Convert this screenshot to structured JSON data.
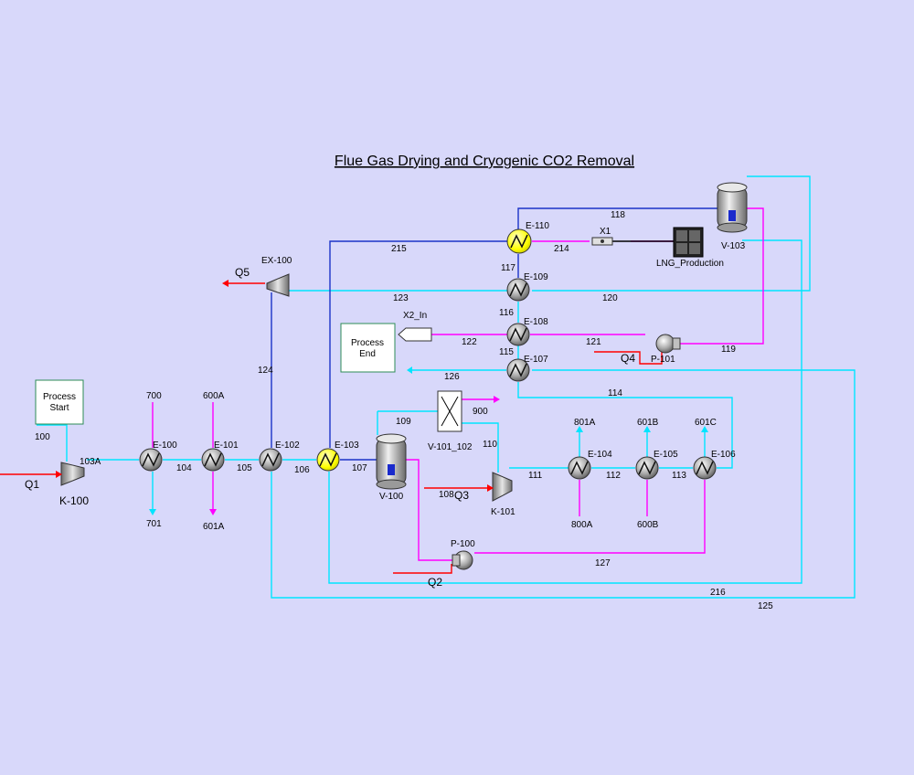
{
  "title": "Flue Gas Drying and Cryogenic CO2 Removal",
  "colors": {
    "background": "#d8d8fa",
    "material_stream": "#00e5ff",
    "material_stream_dark": "#1b33c8",
    "energy_stream": "#ff0000",
    "utility_stream": "#ff00ff",
    "hx_highlight": "#ffff00"
  },
  "boxes": {
    "process_start": "Process\nStart",
    "process_end": "Process\nEnd"
  },
  "equipment": {
    "K-100": "K-100",
    "E-100": "E-100",
    "E-101": "E-101",
    "E-102": "E-102",
    "E-103": "E-103",
    "V-100": "V-100",
    "V-101_102": "V-101_102",
    "K-101": "K-101",
    "E-104": "E-104",
    "E-105": "E-105",
    "E-106": "E-106",
    "P-100": "P-100",
    "P-101": "P-101",
    "E-107": "E-107",
    "E-108": "E-108",
    "E-109": "E-109",
    "E-110": "E-110",
    "EX-100": "EX-100",
    "V-103": "V-103",
    "X1": "X1",
    "LNG_Production": "LNG_Production",
    "X2_In": "X2_In"
  },
  "streams": {
    "s100": "100",
    "s103A": "103A",
    "s104": "104",
    "s105": "105",
    "s106": "106",
    "s107": "107",
    "s108": "108",
    "s109": "109",
    "s110": "110",
    "s111": "111",
    "s112": "112",
    "s113": "113",
    "s114": "114",
    "s115": "115",
    "s116": "116",
    "s117": "117",
    "s118": "118",
    "s119": "119",
    "s120": "120",
    "s121": "121",
    "s122": "122",
    "s123": "123",
    "s124": "124",
    "s125": "125",
    "s126": "126",
    "s127": "127",
    "s214": "214",
    "s215": "215",
    "s216": "216",
    "s700": "700",
    "s701": "701",
    "s600A": "600A",
    "s601A": "601A",
    "s900": "900",
    "s801A": "801A",
    "s800A": "800A",
    "s601B": "601B",
    "s600B": "600B",
    "s601C": "601C"
  },
  "energy": {
    "Q1": "Q1",
    "Q2": "Q2",
    "Q3": "Q3",
    "Q4": "Q4",
    "Q5": "Q5"
  }
}
